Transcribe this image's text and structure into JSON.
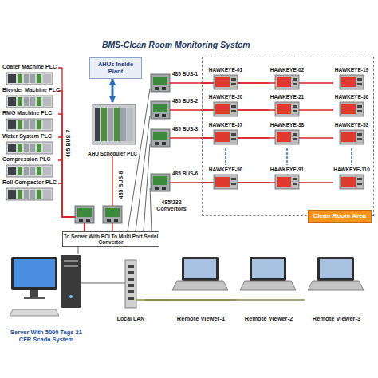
{
  "diagram": {
    "title": "BMS-Clean Room Monitoring System",
    "nodes": [
      {
        "text": [
          "Coater Machine PLC"
        ]
      },
      {
        "text": [
          "Blender Machine PLC"
        ]
      },
      {
        "text": [
          "RMG Machine PLC"
        ]
      },
      {
        "text": [
          "Water System PLC"
        ]
      },
      {
        "text": [
          "Compression PLC"
        ]
      },
      {
        "text": [
          "Roll Compactor PLC"
        ]
      },
      {
        "text": [
          "AHUs Inside Plant"
        ]
      },
      {
        "text": [
          "AHU Scheduler PLC"
        ]
      },
      {
        "text": [
          "485 BUS-1"
        ]
      },
      {
        "text": [
          "485 BUS-2"
        ]
      },
      {
        "text": [
          "485 BUS-3"
        ]
      },
      {
        "text": [
          "485 BUS-6"
        ]
      },
      {
        "text": [
          "Clean Room Area"
        ]
      },
      {
        "text": [
          "HAWKEYE-01"
        ],
        "in": 12
      },
      {
        "text": [
          "HAWKEYE-02"
        ],
        "in": 12
      },
      {
        "text": [
          "HAWKEYE-19"
        ],
        "in": 12
      },
      {
        "text": [
          "HAWKEYE-20"
        ],
        "in": 12
      },
      {
        "text": [
          "HAWKEYE-21"
        ],
        "in": 12
      },
      {
        "text": [
          "HAWKEYE-36"
        ],
        "in": 12
      },
      {
        "text": [
          "HAWKEYE-37"
        ],
        "in": 12
      },
      {
        "text": [
          "HAWKEYE-38"
        ],
        "in": 12
      },
      {
        "text": [
          "HAWKEYE-53"
        ],
        "in": 12
      },
      {
        "text": [
          "HAWKEYE-90"
        ],
        "in": 12
      },
      {
        "text": [
          "HAWKEYE-91"
        ],
        "in": 12
      },
      {
        "text": [
          "HAWKEYE-110"
        ],
        "in": 12
      },
      {
        "text": [
          "To Server With PCI To Multi Port Serial Convertor"
        ]
      },
      {
        "text": [
          "Server With 5000 Tags 21 CFR Scada System"
        ]
      },
      {
        "text": [
          "Local LAN"
        ]
      },
      {
        "text": [
          "Remote Viewer-1"
        ]
      },
      {
        "text": [
          "Remote Viewer-2"
        ]
      },
      {
        "text": [
          "Remote Viewer-3"
        ]
      }
    ],
    "edges": [
      {
        "from": 0,
        "to": 25,
        "arrow": "none"
      },
      {
        "from": 1,
        "to": 25,
        "arrow": "none"
      },
      {
        "from": 2,
        "to": 25,
        "arrow": "none"
      },
      {
        "from": 3,
        "to": 25,
        "arrow": "none"
      },
      {
        "from": 4,
        "to": 25,
        "arrow": "none"
      },
      {
        "from": 5,
        "to": 25,
        "arrow": "none"
      },
      {
        "from": 6,
        "to": 7,
        "arrow": "both"
      },
      {
        "from": 7,
        "to": 25,
        "arrow": "none"
      },
      {
        "from": 8,
        "to": 25,
        "arrow": "none"
      },
      {
        "from": 9,
        "to": 25,
        "arrow": "none"
      },
      {
        "from": 10,
        "to": 25,
        "arrow": "none"
      },
      {
        "from": 11,
        "to": 25,
        "arrow": "none"
      },
      {
        "from": 8,
        "to": 13,
        "arrow": "none"
      },
      {
        "from": 8,
        "to": 14,
        "arrow": "none"
      },
      {
        "from": 8,
        "to": 15,
        "arrow": "none"
      },
      {
        "from": 9,
        "to": 16,
        "arrow": "none"
      },
      {
        "from": 9,
        "to": 17,
        "arrow": "none"
      },
      {
        "from": 9,
        "to": 18,
        "arrow": "none"
      },
      {
        "from": 10,
        "to": 19,
        "arrow": "none"
      },
      {
        "from": 10,
        "to": 20,
        "arrow": "none"
      },
      {
        "from": 10,
        "to": 21,
        "arrow": "none"
      },
      {
        "from": 11,
        "to": 22,
        "arrow": "none"
      },
      {
        "from": 11,
        "to": 23,
        "arrow": "none"
      },
      {
        "from": 11,
        "to": 24,
        "arrow": "none"
      },
      {
        "from": 25,
        "to": 26,
        "arrow": "none"
      },
      {
        "from": 26,
        "to": 27,
        "arrow": "none"
      },
      {
        "from": 27,
        "to": 28,
        "arrow": "none"
      },
      {
        "from": 27,
        "to": 29,
        "arrow": "none"
      },
      {
        "from": 27,
        "to": 30,
        "arrow": "none"
      }
    ],
    "labels": [
      "485 BUS-7",
      "485 BUS-8",
      "485/232 Convertors"
    ]
  }
}
